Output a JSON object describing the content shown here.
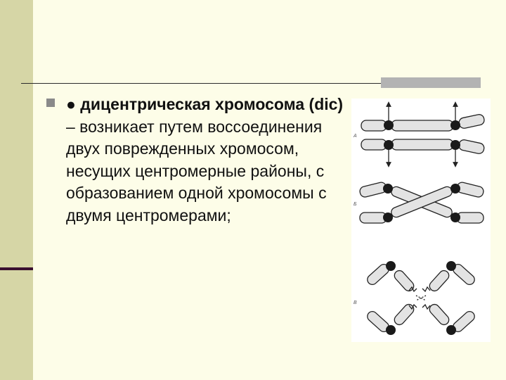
{
  "slide": {
    "bullet_marker": "●",
    "bold_text": "дицентрическая хромосома (dic)",
    "rest_text": " – возникает путем воссоединения двух поврежденных хромосом, несущих центромерные районы, с образованием одной хромосомы с двумя центромерами;"
  },
  "figure": {
    "panel_labels": [
      "А",
      "Б",
      "В"
    ]
  },
  "colors": {
    "background": "#fdfde8",
    "sidebar": "#d6d6a6",
    "accent_line": "#3a1030"
  }
}
